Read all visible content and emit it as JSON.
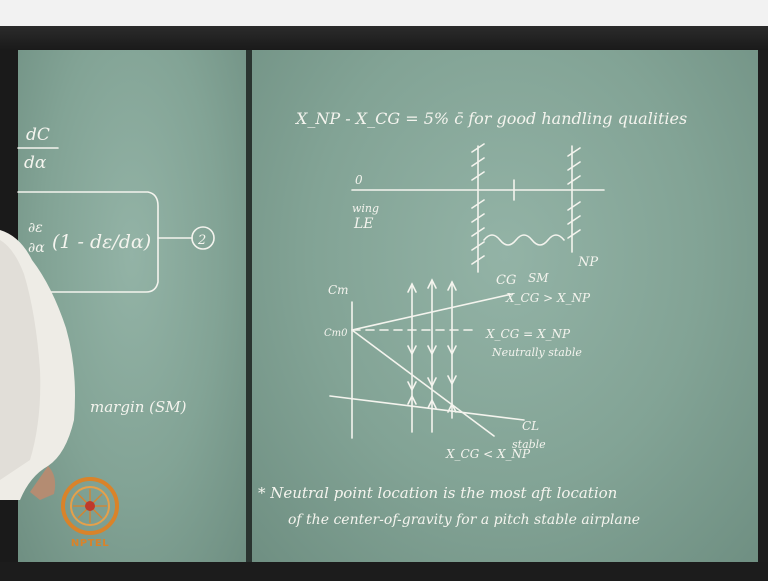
{
  "left_board": {
    "frac_top": "dC",
    "frac_bottom": "dα",
    "paren_expr": "(1 - dε/dα)",
    "eq_number": "2",
    "margin_label": "margin (SM)"
  },
  "right_board": {
    "heading": "X_NP - X_CG = 5% c̄ for good handling qualities",
    "wing_origin": "0",
    "wing_label_1": "wing",
    "wing_label_2": "LE",
    "np_label": "NP",
    "cg_label": "CG",
    "sm_label": "SM",
    "cm_axis": "Cm",
    "cm0_label": "Cm0",
    "cl_axis": "CL",
    "line_cg_gt_np": "X_CG > X_NP",
    "line_cg_eq_np": "X_CG = X_NP",
    "neutrally_stable": "Neutrally stable",
    "line_cg_lt_np": "X_CG < X_NP",
    "stable": "stable",
    "note_line_1": "* Neutral point location is the most aft location",
    "note_line_2": "of the center-of-gravity for a pitch stable airplane"
  },
  "logo": {
    "text": "NPTEL"
  },
  "colors": {
    "board": "#82a395",
    "chalk": "#f4f4ee",
    "logo": "#d9832a"
  }
}
